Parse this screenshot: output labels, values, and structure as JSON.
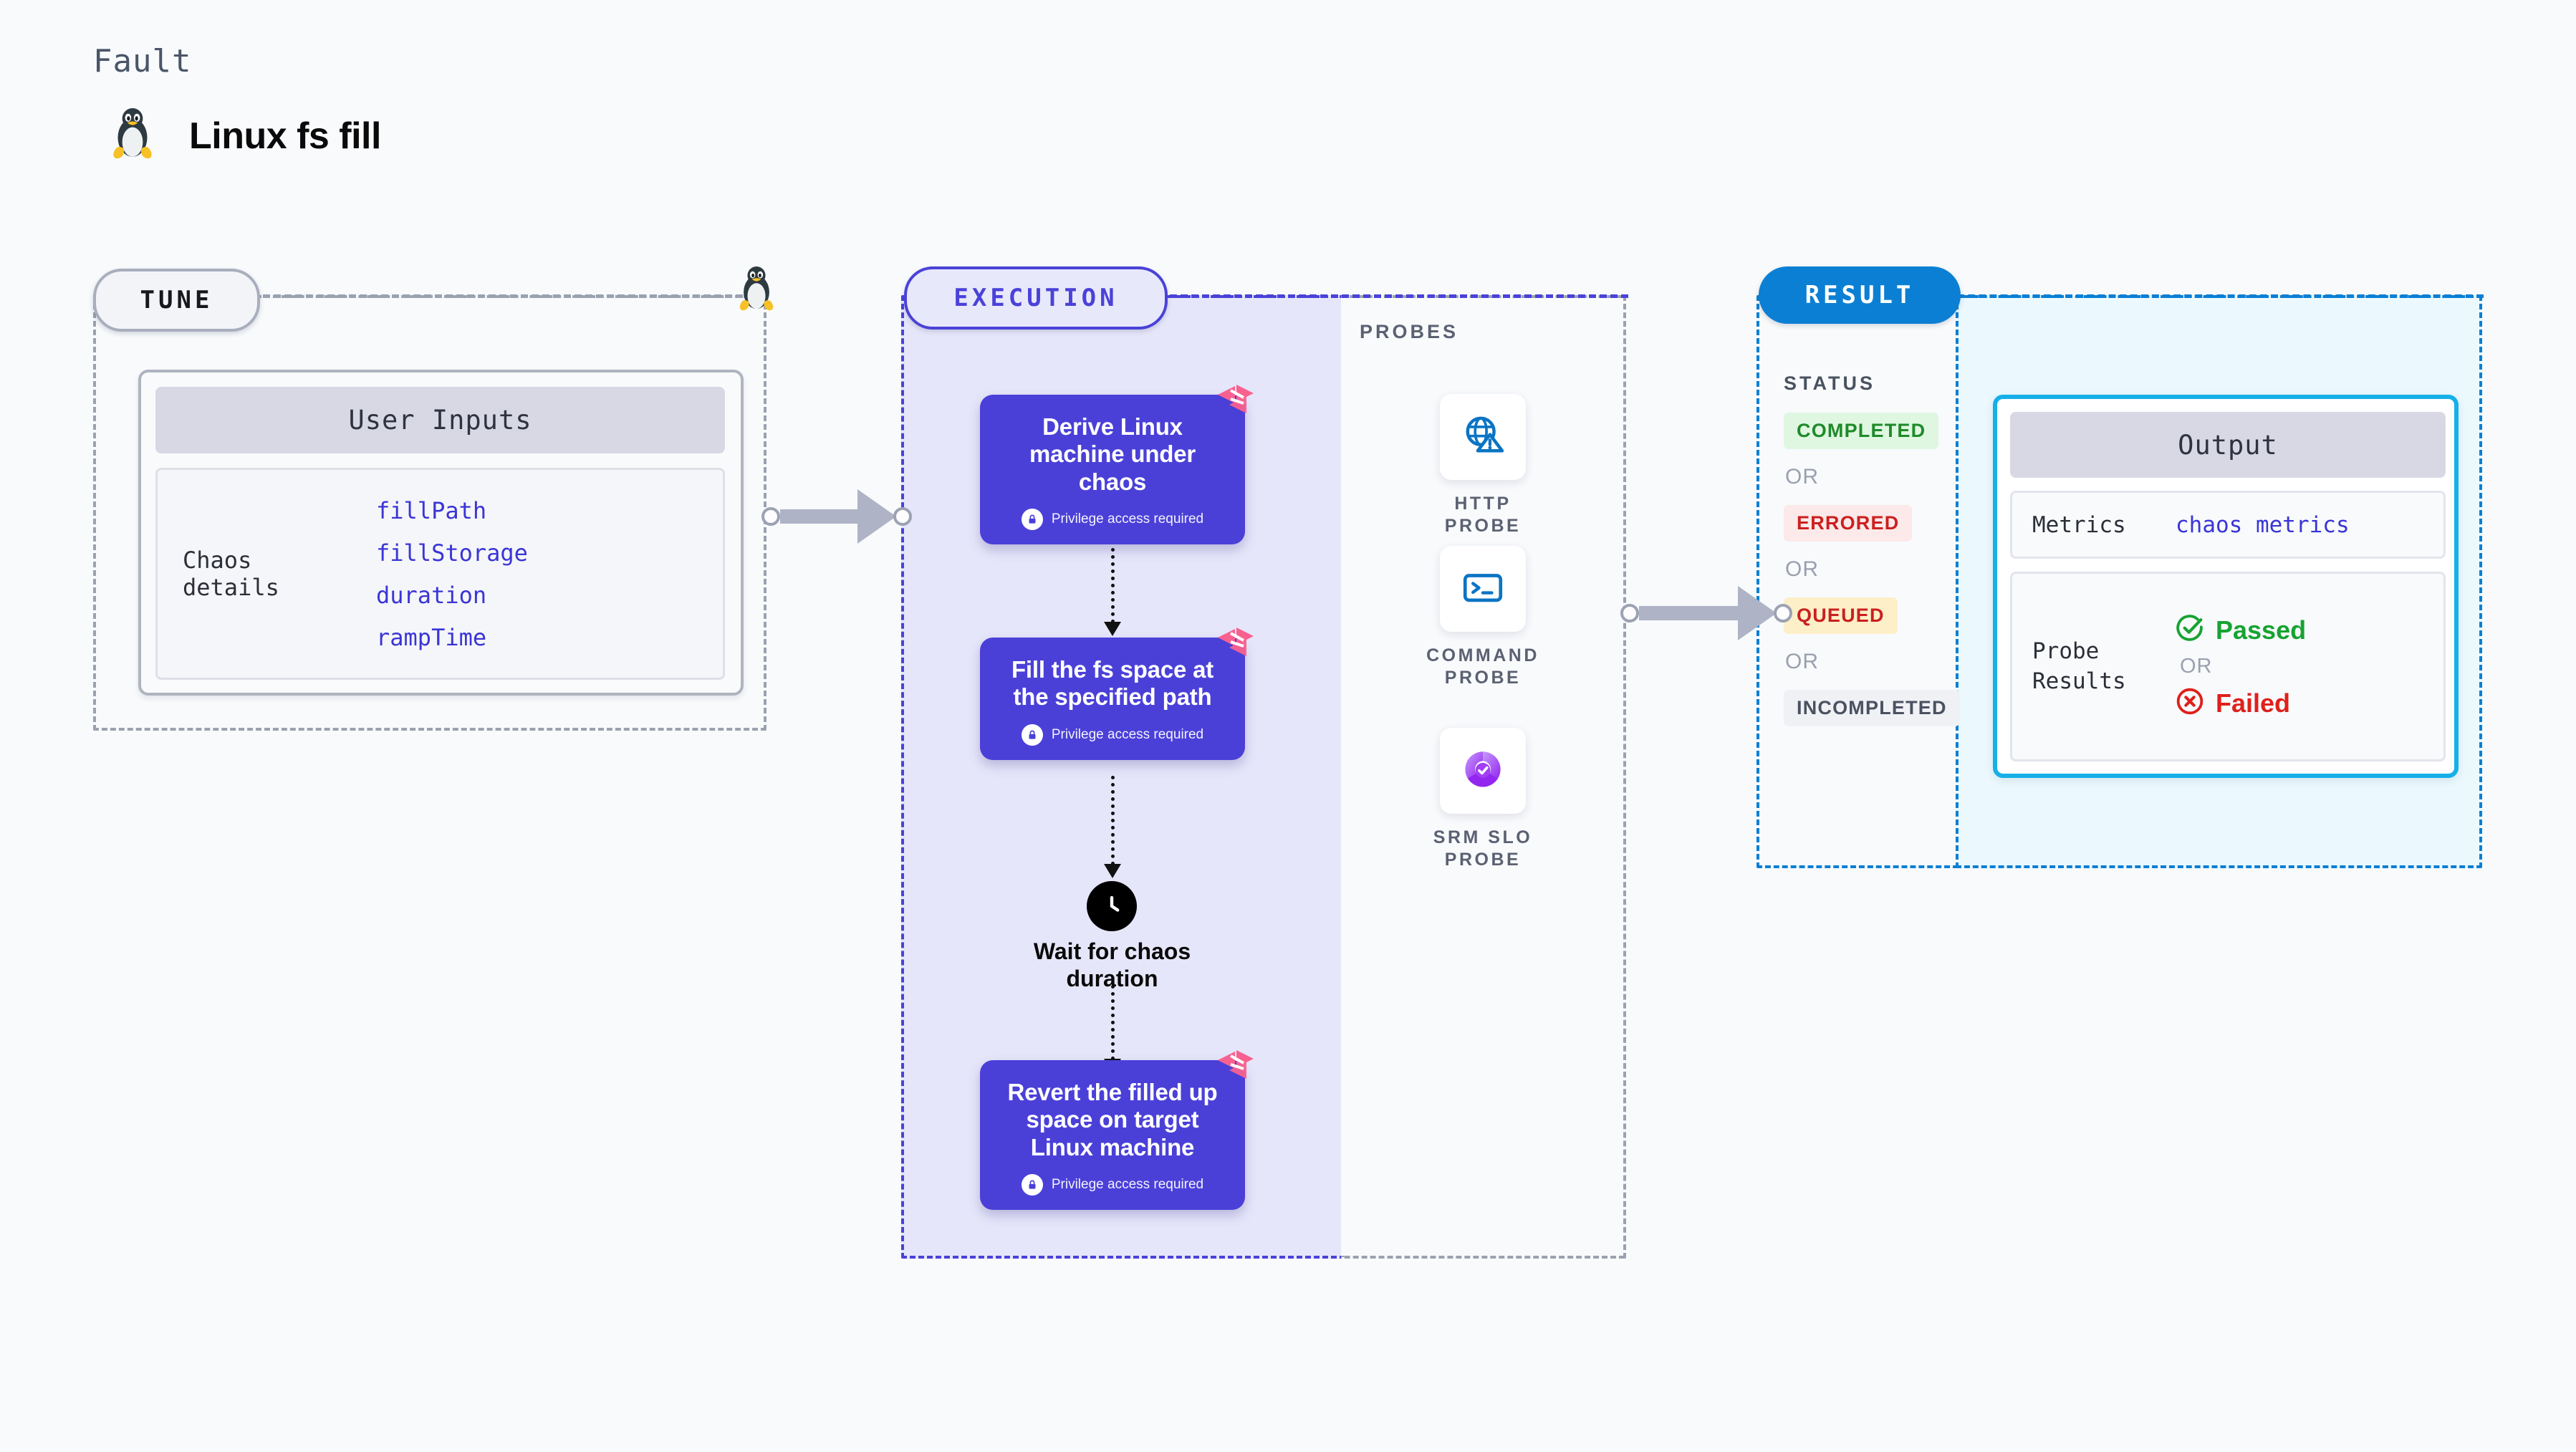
{
  "header": {
    "kicker": "Fault",
    "title": "Linux fs fill",
    "icon": "linux-penguin-icon"
  },
  "tune": {
    "pill_label": "TUNE",
    "card": {
      "header": "User Inputs",
      "row_label": "Chaos details",
      "params": [
        "fillPath",
        "fillStorage",
        "duration",
        "rampTime"
      ]
    }
  },
  "execution": {
    "pill_label": "EXECUTION",
    "privilege_note": "Privilege access required",
    "steps": [
      {
        "title": "Derive Linux machine under chaos",
        "privileged": true,
        "ribbon": true
      },
      {
        "title": "Fill the fs space at the specified path",
        "privileged": true,
        "ribbon": true
      },
      {
        "title": "Revert the filled up space on target Linux machine",
        "privileged": true,
        "ribbon": true
      }
    ],
    "wait_node": {
      "icon": "clock-icon",
      "label": "Wait for chaos duration"
    }
  },
  "probes": {
    "section_label": "PROBES",
    "items": [
      {
        "label": "HTTP PROBE",
        "icon": "globe-warning-icon"
      },
      {
        "label": "COMMAND PROBE",
        "icon": "terminal-icon"
      },
      {
        "label": "SRM SLO PROBE",
        "icon": "slo-donut-check-icon"
      }
    ]
  },
  "result": {
    "pill_label": "RESULT",
    "status_label": "STATUS",
    "or_label": "OR",
    "statuses": [
      {
        "text": "COMPLETED",
        "fg": "#1F8A2A",
        "bg": "#DFF7E1"
      },
      {
        "text": "ERRORED",
        "fg": "#CC2020",
        "bg": "#FCE9E9"
      },
      {
        "text": "QUEUED",
        "fg": "#C92020",
        "bg": "#FDEFC7"
      },
      {
        "text": "INCOMPLETED",
        "fg": "#4A5160",
        "bg": "#EFF1F5"
      }
    ],
    "output": {
      "header": "Output",
      "metrics_key": "Metrics",
      "metrics_value": "chaos metrics",
      "probe_results_key": "Probe Results",
      "passed_label": "Passed",
      "failed_label": "Failed",
      "or_label": "OR"
    }
  },
  "colors": {
    "indigo": "#4A40D8",
    "indigo_fill": "#E6E6FA",
    "result_blue": "#0B7FD4",
    "output_cyan": "#15B0E8",
    "output_fill": "#EBF9FE",
    "gray_border": "#9AA2B1",
    "ribbon_pink": "#F8618F",
    "param_blue": "#3A35D6",
    "pass_green": "#16A332",
    "fail_red": "#E0201A",
    "page_bg": "#F8FAFC"
  }
}
